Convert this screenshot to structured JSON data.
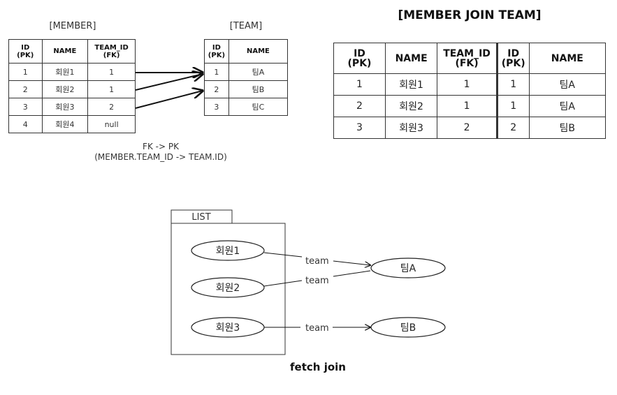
{
  "member": {
    "caption": "[MEMBER]",
    "headers": [
      [
        "ID",
        "(PK)"
      ],
      [
        "NAME"
      ],
      [
        "TEAM_ID",
        "(FK)"
      ]
    ],
    "rows": [
      [
        "1",
        "회원1",
        "1"
      ],
      [
        "2",
        "회원2",
        "1"
      ],
      [
        "3",
        "회원3",
        "2"
      ],
      [
        "4",
        "회원4",
        "null"
      ]
    ]
  },
  "team": {
    "caption": "[TEAM]",
    "headers": [
      [
        "ID",
        "(PK)"
      ],
      [
        "NAME"
      ]
    ],
    "rows": [
      [
        "1",
        "팀A"
      ],
      [
        "2",
        "팀B"
      ],
      [
        "3",
        "팀C"
      ]
    ]
  },
  "fk_note": [
    "FK -> PK",
    "(MEMBER.TEAM_ID -> TEAM.ID)"
  ],
  "join": {
    "title": "[MEMBER JOIN TEAM]",
    "headers": [
      [
        "ID",
        "(PK)"
      ],
      [
        "NAME"
      ],
      [
        "TEAM_ID",
        "(FK)"
      ],
      [
        "ID",
        "(PK)"
      ],
      [
        "NAME"
      ]
    ],
    "rows": [
      [
        "1",
        "회원1",
        "1",
        "1",
        "팀A"
      ],
      [
        "2",
        "회원2",
        "1",
        "1",
        "팀A"
      ],
      [
        "3",
        "회원3",
        "2",
        "2",
        "팀B"
      ]
    ]
  },
  "list_diagram": {
    "folder_label": "LIST",
    "members": [
      "회원1",
      "회원2",
      "회원3"
    ],
    "teams": [
      "팀A",
      "팀B"
    ],
    "edge_label": "team",
    "caption": "fetch join"
  }
}
